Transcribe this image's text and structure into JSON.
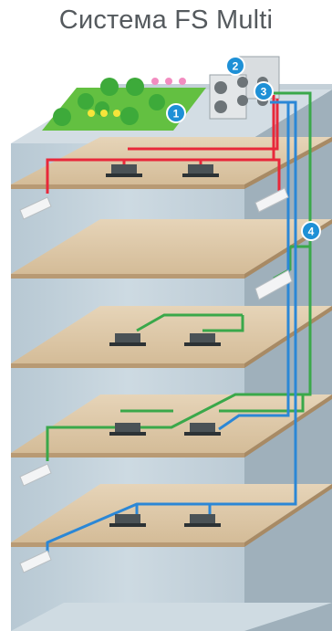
{
  "title": "Система FS Multi",
  "colors": {
    "wall": "#c3d2dc",
    "wall_dark": "#a9bcc8",
    "wall_side": "#9fb0bb",
    "floor": "#dcc8ab",
    "floor_edge": "#b89870",
    "roof": "#d6e0e6",
    "lawn": "#5cbf3b",
    "pipe_red": "#e8283a",
    "pipe_green": "#3aa84a",
    "pipe_blue": "#2b87d6",
    "badge": "#1e90d6"
  },
  "badges": [
    "1",
    "2",
    "3",
    "4"
  ],
  "icons": {
    "outdoor_unit": "outdoor-unit-icon",
    "cassette": "cassette-unit-icon",
    "wall_unit": "wall-unit-icon"
  }
}
